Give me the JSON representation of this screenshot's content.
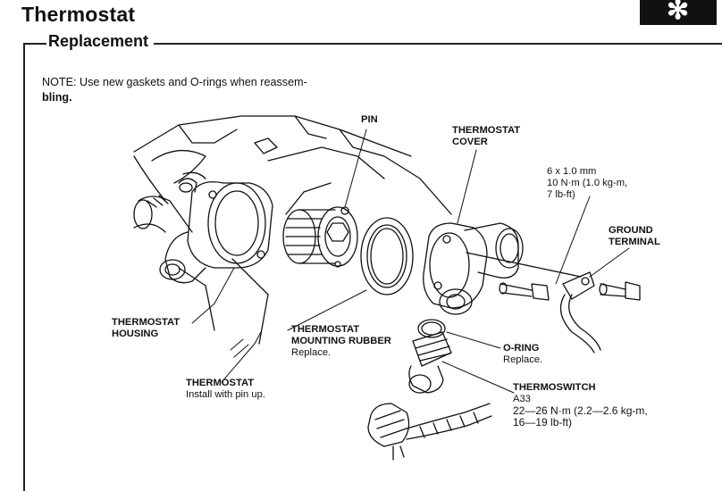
{
  "header": {
    "title": "Thermostat",
    "section": "Replacement",
    "badge_icon": "wrench-tools-icon"
  },
  "note": {
    "lead": "NOTE:  Use new gaskets and O-rings when reassem-",
    "tail": "bling."
  },
  "labels": {
    "pin": "PIN",
    "thermostat_cover": [
      "THERMOSTAT",
      "COVER"
    ],
    "bolt_spec": [
      "6 x 1.0 mm",
      "10 N·m (1.0 kg-m,",
      "7 lb-ft)"
    ],
    "ground_terminal": [
      "GROUND",
      "TERMINAL"
    ],
    "thermostat_housing": [
      "THERMOSTAT",
      "HOUSING"
    ],
    "mounting_rubber": [
      "THERMOSTAT",
      "MOUNTING RUBBER"
    ],
    "mounting_rubber_note": "Replace.",
    "o_ring": "O-RING",
    "o_ring_note": "Replace.",
    "thermostat": "THERMOSTAT",
    "thermostat_note": "Install with pin up.",
    "thermoswitch": [
      "THERMOSWITCH",
      "A33"
    ],
    "thermoswitch_spec": [
      "22—26 N·m (2.2—2.6 kg-m,",
      "16—19 lb-ft)"
    ]
  },
  "colors": {
    "ink": "#111111",
    "paper": "#ffffff"
  }
}
